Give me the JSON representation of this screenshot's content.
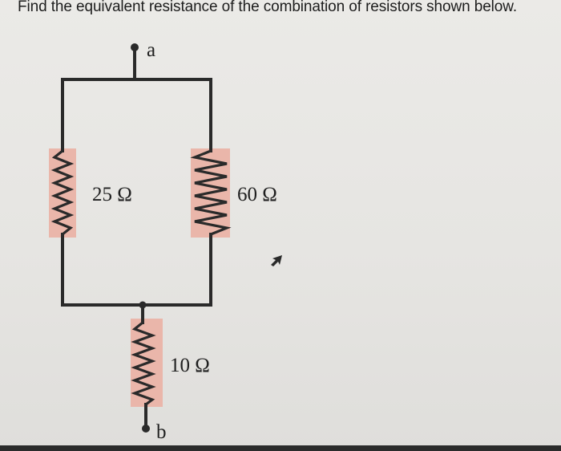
{
  "question": {
    "text": "Find the equivalent resistance of the combination of resistors shown below."
  },
  "circuit": {
    "terminals": {
      "top": "a",
      "bottom": "b"
    },
    "resistors": {
      "left_label": "25 Ω",
      "right_label": "60 Ω",
      "bottom_label": "10 Ω"
    }
  },
  "colors": {
    "wire": "#2a2a2a",
    "resistor_highlight": "#eab6aa",
    "background": "#e7e6e3"
  }
}
